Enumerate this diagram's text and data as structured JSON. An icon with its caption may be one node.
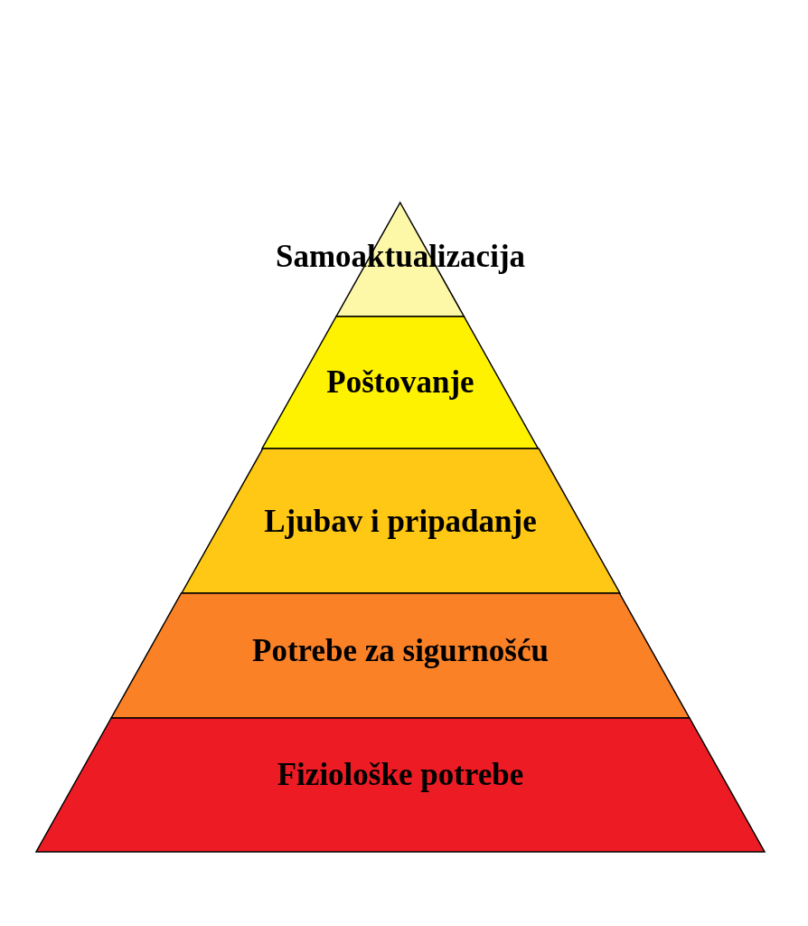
{
  "diagram": {
    "nodes": [
      {
        "text": [
          "Samoaktualizacija"
        ]
      },
      {
        "text": [
          "Poštovanje"
        ]
      },
      {
        "text": [
          "Ljubav i pripadanje"
        ]
      },
      {
        "text": [
          "Potrebe za sigurnošću"
        ]
      },
      {
        "text": [
          "Fiziološke potrebe"
        ]
      }
    ]
  }
}
